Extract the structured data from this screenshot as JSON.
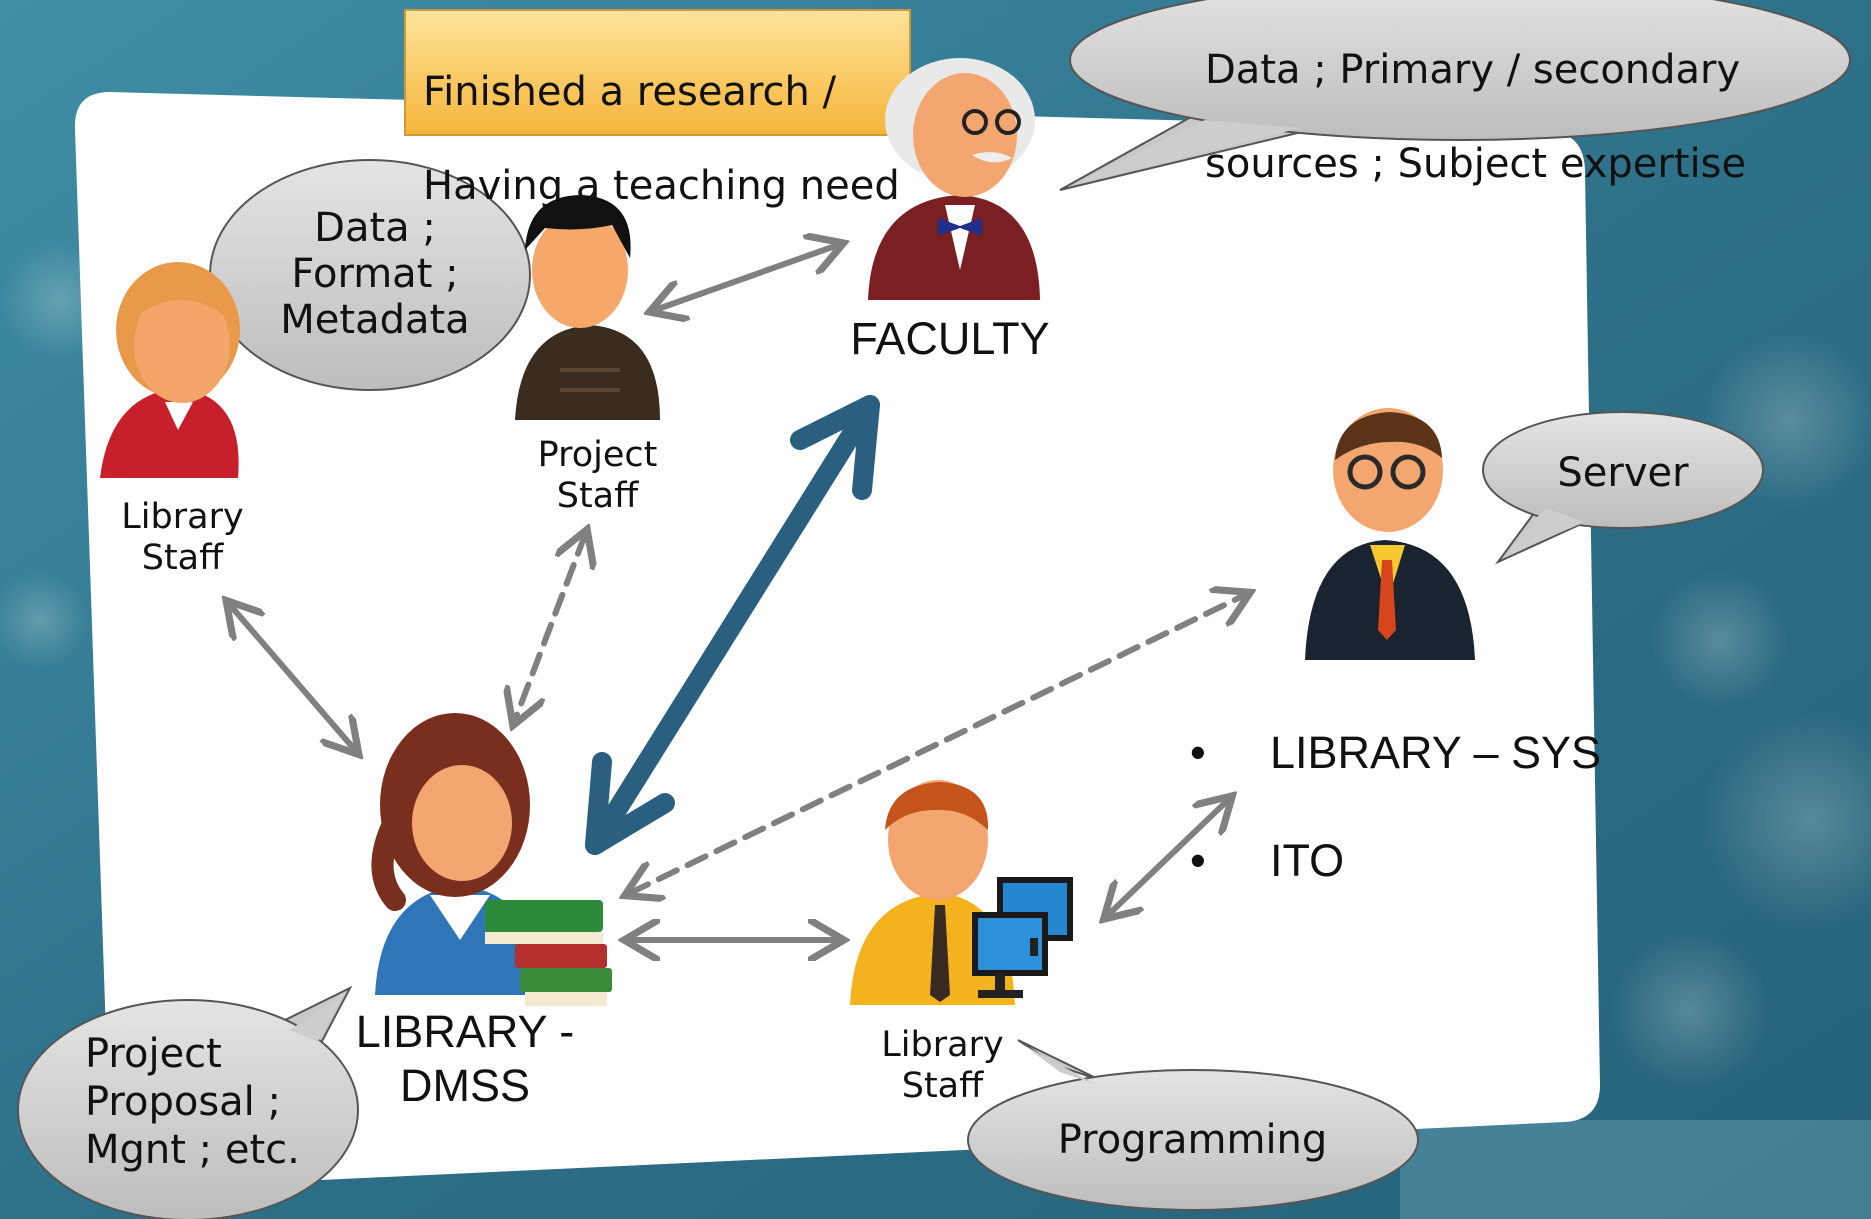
{
  "colors": {
    "background": "#2e6f86",
    "panel": "#ffffff",
    "bubble_fill": "#cfcfcf",
    "note_fill": "#fcd46a",
    "main_arrow": "#2b5f80",
    "minor_arrow": "#808080"
  },
  "top_note": {
    "line1": "Finished a research /",
    "line2": "Having a teaching need"
  },
  "faculty": {
    "label": "FACULTY",
    "icon": "professor-icon",
    "bubble": {
      "line1": "Data ; Primary / secondary",
      "line2": "sources ; Subject expertise"
    }
  },
  "library_staff_left": {
    "label": "Library\nStaff",
    "icon": "female-staff-icon"
  },
  "project_staff": {
    "label": "Project\nStaff",
    "icon": "male-staff-icon",
    "bubble": "Data ;\nFormat ;\nMetadata"
  },
  "library_sys": {
    "icon": "businessman-icon",
    "bullets": [
      "LIBRARY – SYS",
      "ITO"
    ],
    "bubble": "Server"
  },
  "library_dmss": {
    "label": "LIBRARY -\nDMSS",
    "icon": "librarian-with-books-icon",
    "bubble": "Project\nProposal ;\nMgnt ; etc."
  },
  "library_staff_programming": {
    "label": "Library\nStaff",
    "icon": "programmer-with-computers-icon",
    "bubble": "Programming"
  }
}
